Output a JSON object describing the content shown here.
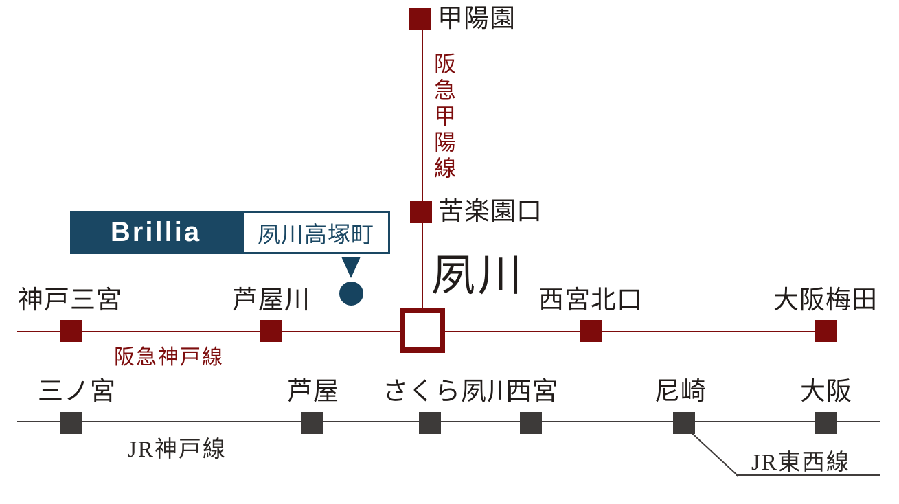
{
  "brand": {
    "logo_text": "Brillia",
    "property_name": "夙川高塚町",
    "navy": "#16435f"
  },
  "lines": {
    "hankyu_koyo": {
      "label": "阪急甲陽線",
      "color": "#7d0b0b"
    },
    "hankyu_kobe": {
      "label": "阪急神戸線",
      "color": "#7d0b0b"
    },
    "jr_kobe": {
      "label": "JR神戸線",
      "color": "#3d3a39"
    },
    "jr_tozai": {
      "label": "JR東西線",
      "color": "#3d3a39"
    }
  },
  "stations": {
    "hankyu_koyo": [
      {
        "name": "甲陽園"
      },
      {
        "name": "苦楽園口"
      }
    ],
    "hankyu_kobe": [
      {
        "name": "神戸三宮"
      },
      {
        "name": "芦屋川"
      },
      {
        "name": "夙川"
      },
      {
        "name": "西宮北口"
      },
      {
        "name": "大阪梅田"
      }
    ],
    "jr_kobe": [
      {
        "name": "三ノ宮"
      },
      {
        "name": "芦屋"
      },
      {
        "name": "さくら夙川"
      },
      {
        "name": "西宮"
      },
      {
        "name": "尼崎"
      },
      {
        "name": "大阪"
      }
    ]
  }
}
